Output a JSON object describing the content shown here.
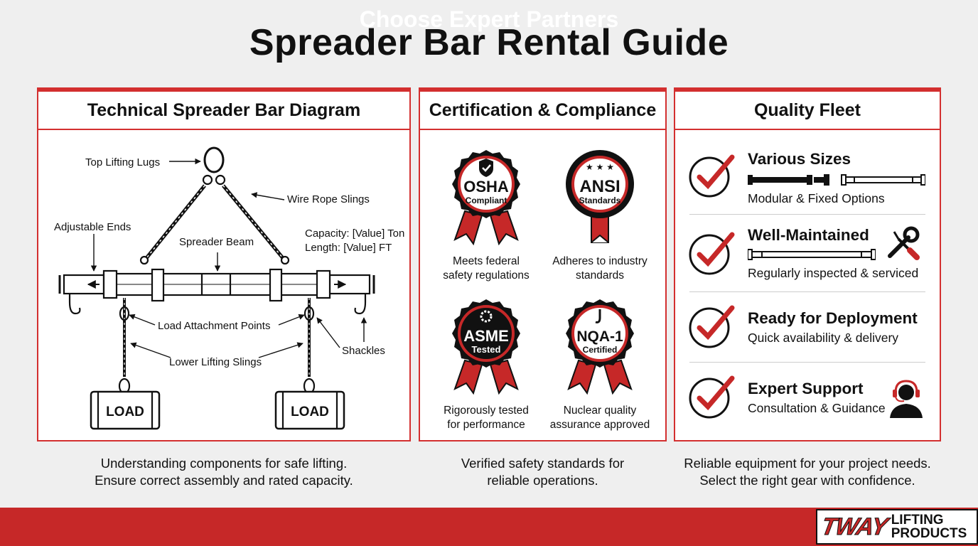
{
  "title": "Spreader Bar Rental Guide",
  "panels": {
    "diagram": {
      "heading": "Technical Spreader Bar Diagram",
      "labels": {
        "top_lugs": "Top Lifting Lugs",
        "wire_rope": "Wire Rope Slings",
        "adjustable_ends": "Adjustable Ends",
        "spreader_beam": "Spreader Beam",
        "capacity": "Capacity: [Value] Ton",
        "length": "Length: [Value] FT",
        "attachment_points": "Load Attachment Points",
        "shackles": "Shackles",
        "lower_slings": "Lower Lifting Slings",
        "load_left": "LOAD",
        "load_right": "LOAD"
      },
      "caption_line1": "Understanding components for safe lifting.",
      "caption_line2": "Ensure correct assembly and rated capacity."
    },
    "certification": {
      "heading": "Certification & Compliance",
      "badges": [
        {
          "name": "OSHA",
          "sub": "Compliant",
          "desc1": "Meets federal",
          "desc2": "safety regulations"
        },
        {
          "name": "ANSI",
          "sub": "Standards",
          "desc1": "Adheres to industry",
          "desc2": "standards"
        },
        {
          "name": "ASME",
          "sub": "Tested",
          "desc1": "Rigorously tested",
          "desc2": "for performance"
        },
        {
          "name": "NQA-1",
          "sub": "Certified",
          "desc1": "Nuclear quality",
          "desc2": "assurance approved"
        }
      ],
      "caption_line1": "Verified safety standards for",
      "caption_line2": "reliable operations."
    },
    "fleet": {
      "heading": "Quality Fleet",
      "items": [
        {
          "title": "Various Sizes",
          "sub": "Modular & Fixed Options"
        },
        {
          "title": "Well-Maintained",
          "sub": "Regularly inspected & serviced"
        },
        {
          "title": "Ready for Deployment",
          "sub": "Quick availability & delivery"
        },
        {
          "title": "Expert Support",
          "sub": "Consultation & Guidance"
        }
      ],
      "caption_line1": "Reliable equipment for your project needs.",
      "caption_line2": "Select the right gear with confidence."
    }
  },
  "footer": {
    "text": "Choose Expert Partners",
    "logo_word": "TWAY",
    "logo_line1": "LIFTING",
    "logo_line2": "PRODUCTS"
  },
  "colors": {
    "accent": "#c62828",
    "background": "#efefef",
    "text": "#111111"
  }
}
